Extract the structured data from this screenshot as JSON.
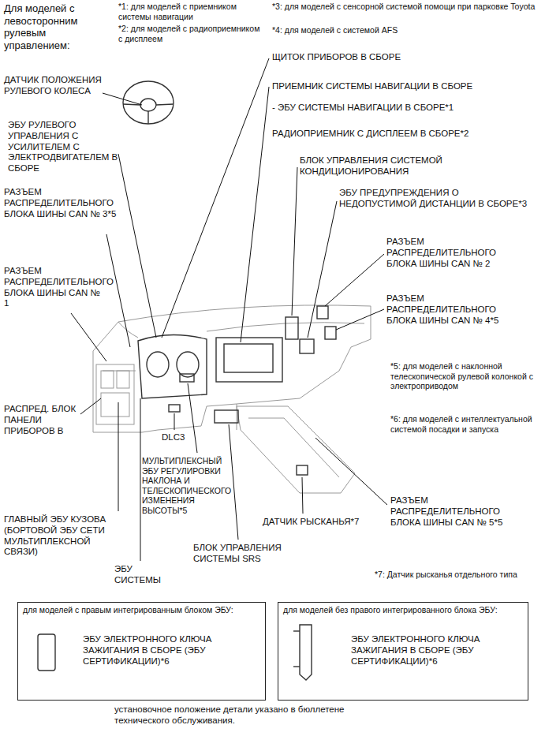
{
  "diagram": {
    "nodes": [
      {
        "text": [
          "для моделей с правым интегрированным блоком ЭБУ:",
          "ЭБУ ЭЛЕКТРОННОГО КЛЮЧА ЗАЖИГАНИЯ В СБОРЕ (ЭБУ СЕРТИФИКАЦИИ)*6"
        ]
      },
      {
        "text": [
          "для моделей без правого интегрированного блока ЭБУ:",
          "ЭБУ ЭЛЕКТРОННОГО КЛЮЧА ЗАЖИГАНИЯ В СБОРЕ (ЭБУ СЕРТИФИКАЦИИ)*6"
        ]
      }
    ],
    "labels": [
      "Для моделей с левосторонним рулевым управлением:",
      "*1: для моделей с приемником системы навигации",
      "*2: для моделей с радиоприемником с дисплеем",
      "*3: для моделей с сенсорной системой помощи при парковке Toyota",
      "*4: для моделей с системой AFS",
      "ДАТЧИК ПОЛОЖЕНИЯ РУЛЕВОГО КОЛЕСА",
      "ЭБУ РУЛЕВОГО УПРАВЛЕНИЯ С УСИЛИТЕЛЕМ С ЭЛЕКТРОДВИГАТЕЛЕМ В СБОРЕ",
      "РАЗЪЕМ РАСПРЕДЕЛИТЕЛЬНОГО БЛОКА ШИНЫ CAN № 3*5",
      "РАЗЪЕМ РАСПРЕДЕЛИТЕЛЬНОГО БЛОКА ШИНЫ CAN № 1",
      "РАСПРЕД. БЛОК ПАНЕЛИ ПРИБОРОВ В",
      "ГЛАВНЫЙ ЭБУ КУЗОВА (БОРТОВОЙ ЭБУ СЕТИ МУЛЬТИПЛЕКСНОЙ СВЯЗИ)",
      "ЭБУ СИСТЕМЫ",
      "DLC3",
      "МУЛЬТИПЛЕКСНЫЙ ЭБУ РЕГУЛИРОВКИ НАКЛОНА И ТЕЛЕСКОПИЧЕСКОГО ИЗМЕНЕНИЯ ВЫСОТЫ*5",
      "ЩИТОК ПРИБОРОВ В СБОРЕ",
      "ПРИЕМНИК СИСТЕМЫ НАВИГАЦИИ В СБОРЕ",
      "- ЭБУ СИСТЕМЫ НАВИГАЦИИ В СБОРЕ*1",
      "РАДИОПРИЕМНИК С ДИСПЛЕЕМ В СБОРЕ*2",
      "БЛОК УПРАВЛЕНИЯ СИСТЕМОЙ КОНДИЦИОНИРОВАНИЯ",
      "ЭБУ ПРЕДУПРЕЖДЕНИЯ О НЕДОПУСТИМОЙ ДИСТАНЦИИ В СБОРЕ*3",
      "РАЗЪЕМ РАСПРЕДЕЛИТЕЛЬНОГО БЛОКА ШИНЫ CAN № 2",
      "РАЗЪЕМ РАСПРЕДЕЛИТЕЛЬНОГО БЛОКА ШИНЫ CAN № 4*5",
      "*5: для моделей с наклонной телескопической рулевой колонкой с электроприводом",
      "*6: для моделей с интеллектуальной системой посадки и запуска",
      "РАЗЪЕМ РАСПРЕДЕЛИТЕЛЬНОГО БЛОКА ШИНЫ CAN № 5*5",
      "ДАТЧИК РЫСКАНЬЯ*7",
      "БЛОК УПРАВЛЕНИЯ СИСТЕМЫ SRS",
      "*7: Датчик рысканья отдельного типа",
      "установочное положение детали указано в бюллетене технического обслуживания."
    ]
  }
}
